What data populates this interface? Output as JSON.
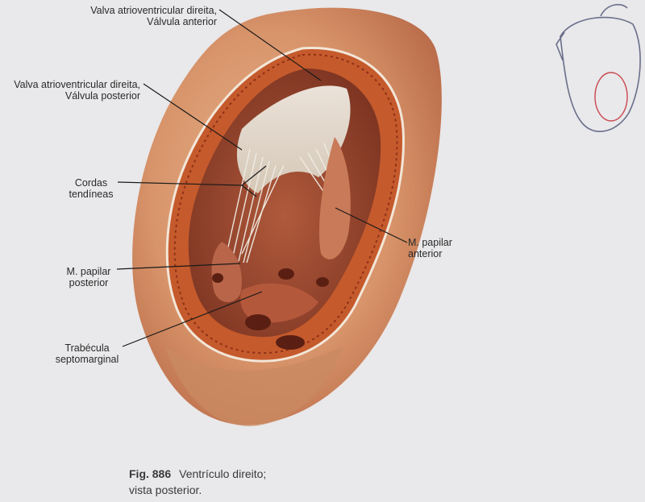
{
  "labels": {
    "valva_anterior": {
      "line1": "Valva atrioventricular direita,",
      "line2": "Válvula anterior"
    },
    "valva_posterior": {
      "line1": "Valva atrioventricular direita,",
      "line2": "Válvula posterior"
    },
    "cordas": {
      "line1": "Cordas",
      "line2": "tendíneas"
    },
    "papilar_posterior": {
      "line1": "M. papilar",
      "line2": "posterior"
    },
    "trabecula": {
      "line1": "Trabécula",
      "line2": "septomarginal"
    },
    "papilar_anterior": {
      "line1": "M. papilar",
      "line2": "anterior"
    }
  },
  "caption": {
    "figure_number": "Fig. 886",
    "line1": "Ventrículo direito;",
    "line2": "vista posterior."
  },
  "colors": {
    "background": "#e9e8ea",
    "outer_wall": "#d89a6e",
    "myocardium": "#c8582a",
    "cavity": "#a04a30",
    "chordae": "#ece8df",
    "leader_line": "#1a1a1a"
  }
}
